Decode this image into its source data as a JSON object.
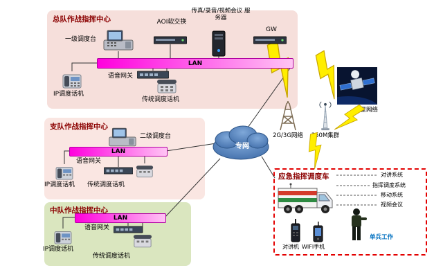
{
  "hq": {
    "title": "总队作战指挥中心",
    "console_label": "一级调度台",
    "softswitch_label": "AOI软交换",
    "server_label": "传真/录音/视频会议 服务器",
    "gw_label": "GW",
    "lan_label": "LAN",
    "voice_gateway_label": "语音网关",
    "ip_phone_label": "IP调度话机",
    "legacy_phone_label": "传统调度话机"
  },
  "detachment": {
    "title": "支队作战指挥中心",
    "console_label": "二级调度台",
    "lan_label": "LAN",
    "voice_gateway_label": "语音网关",
    "ip_phone_label": "IP调度话机",
    "legacy_phone_label": "传统调度话机"
  },
  "squadron": {
    "title": "中队作战指挥中心",
    "lan_label": "LAN",
    "voice_gateway_label": "语音网关",
    "ip_phone_label": "IP调度话机",
    "legacy_phone_label": "传统调度话机"
  },
  "wan": {
    "cloud_label": "专网"
  },
  "wireless": {
    "cellular_label": "2G/3G网络",
    "trunking_label": "350M集群",
    "satellite_label": "卫星网络"
  },
  "vehicle": {
    "title": "应急指挥调度车",
    "systems": [
      "对讲系统",
      "指挥调度系统",
      "移动系统",
      "视频会议"
    ],
    "walkie_label": "对讲机",
    "wifi_phone_label": "WIFI手机",
    "soldier_label": "单兵工作"
  },
  "colors": {
    "lan_bar_magenta": "#ff00dd",
    "zone_pink": "#f6dfdb",
    "zone_green": "#dae6bf",
    "title_red": "#8b0000",
    "vehicle_border_red": "#e30000",
    "cloud_blue": "#4f81bd",
    "lightning_yellow": "#ffee00",
    "soldier_label_blue": "#0070c0"
  }
}
